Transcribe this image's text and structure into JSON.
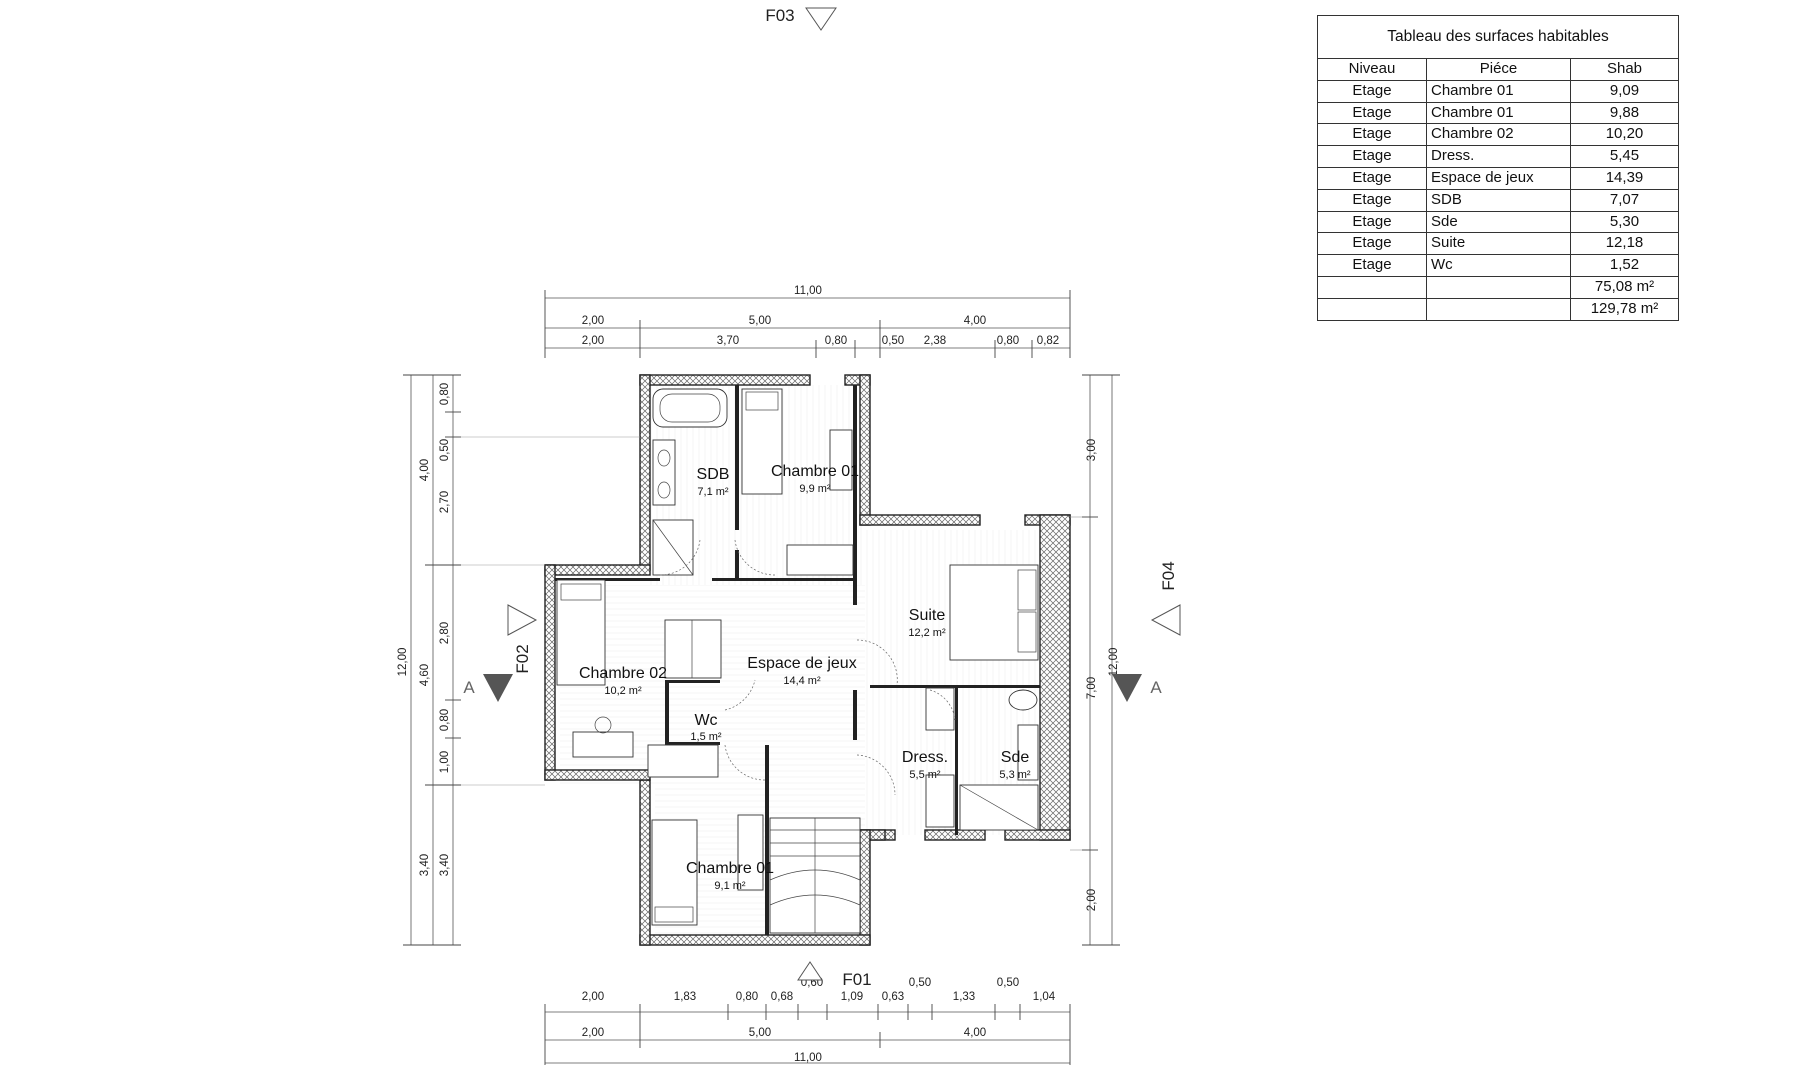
{
  "table": {
    "title": "Tableau des surfaces habitables",
    "headers": [
      "Niveau",
      "Piéce",
      "Shab"
    ],
    "rows": [
      [
        "Etage",
        "Chambre 01",
        "9,09"
      ],
      [
        "Etage",
        "Chambre 01",
        "9,88"
      ],
      [
        "Etage",
        "Chambre 02",
        "10,20"
      ],
      [
        "Etage",
        "Dress.",
        "5,45"
      ],
      [
        "Etage",
        "Espace de jeux",
        "14,39"
      ],
      [
        "Etage",
        "SDB",
        "7,07"
      ],
      [
        "Etage",
        "Sde",
        "5,30"
      ],
      [
        "Etage",
        "Suite",
        "12,18"
      ],
      [
        "Etage",
        "Wc",
        "1,52"
      ],
      [
        "",
        "",
        "75,08 m²"
      ],
      [
        "",
        "",
        "129,78 m²"
      ]
    ]
  },
  "rooms": {
    "sdb": {
      "name": "SDB",
      "area": "7,1 m²"
    },
    "chambre01_top": {
      "name": "Chambre 01",
      "area": "9,9 m²"
    },
    "suite": {
      "name": "Suite",
      "area": "12,2 m²"
    },
    "espace": {
      "name": "Espace de jeux",
      "area": "14,4 m²"
    },
    "chambre02": {
      "name": "Chambre 02",
      "area": "10,2 m²"
    },
    "wc": {
      "name": "Wc",
      "area": "1,5 m²"
    },
    "dress": {
      "name": "Dress.",
      "area": "5,5 m²"
    },
    "sde": {
      "name": "Sde",
      "area": "5,3 m²"
    },
    "chambre01_bottom": {
      "name": "Chambre 01",
      "area": "9,1 m²"
    }
  },
  "markers": {
    "f01": "F01",
    "f02": "F02",
    "f03": "F03",
    "f04": "F04",
    "section_left": "A",
    "section_right": "A"
  },
  "dims": {
    "top_total": "11,00",
    "top_row1": [
      "2,00",
      "5,00",
      "4,00"
    ],
    "top_row2": [
      "2,00",
      "3,70",
      "0,80",
      "0,50",
      "2,38",
      "0,80",
      "0,82"
    ],
    "bottom_row1": [
      "2,00",
      "1,83",
      "0,80",
      "0,68",
      "0,60",
      "1,09",
      "0,63",
      "0,50",
      "1,33",
      "0,50",
      "1,04"
    ],
    "bottom_row2": [
      "2,00",
      "5,00",
      "4,00"
    ],
    "bottom_total": "11,00",
    "left_total": "12,00",
    "left_row1": [
      "4,00",
      "4,60",
      "3,40"
    ],
    "left_row2": [
      "0,80",
      "0,50",
      "2,70",
      "2,80",
      "0,80",
      "1,00",
      "3,40"
    ],
    "right_row1": [
      "3,00",
      "7,00",
      "2,00"
    ],
    "right_total": "12,00"
  }
}
